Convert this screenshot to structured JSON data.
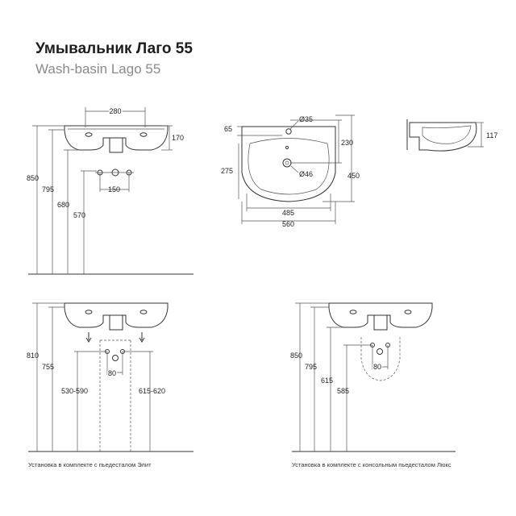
{
  "header": {
    "title": "Умывальник Лаго 55",
    "subtitle": "Wash-basin Lago 55"
  },
  "views": {
    "side_wall": {
      "width": "280",
      "depth": "170",
      "height": "850",
      "rim": "795",
      "drain": "680",
      "pipe": "570",
      "spacing": "150"
    },
    "top": {
      "hole": "Ø35",
      "offset": "65",
      "depth_back": "230",
      "depth_total": "450",
      "bowl": "275",
      "drain": "Ø46",
      "inner_width": "485",
      "width": "560"
    },
    "section": {
      "depth": "117"
    },
    "pedestal_elit": {
      "height": "810",
      "rim": "755",
      "spacing": "80",
      "left": "530-590",
      "right": "615-620",
      "caption": "Установка в комплекте с пьедесталом Элит"
    },
    "pedestal_lux": {
      "height": "850",
      "rim": "795",
      "drain": "615",
      "pipe": "585",
      "spacing": "80",
      "caption": "Установка в комплекте с консольным пьедесталом Люкс"
    }
  }
}
